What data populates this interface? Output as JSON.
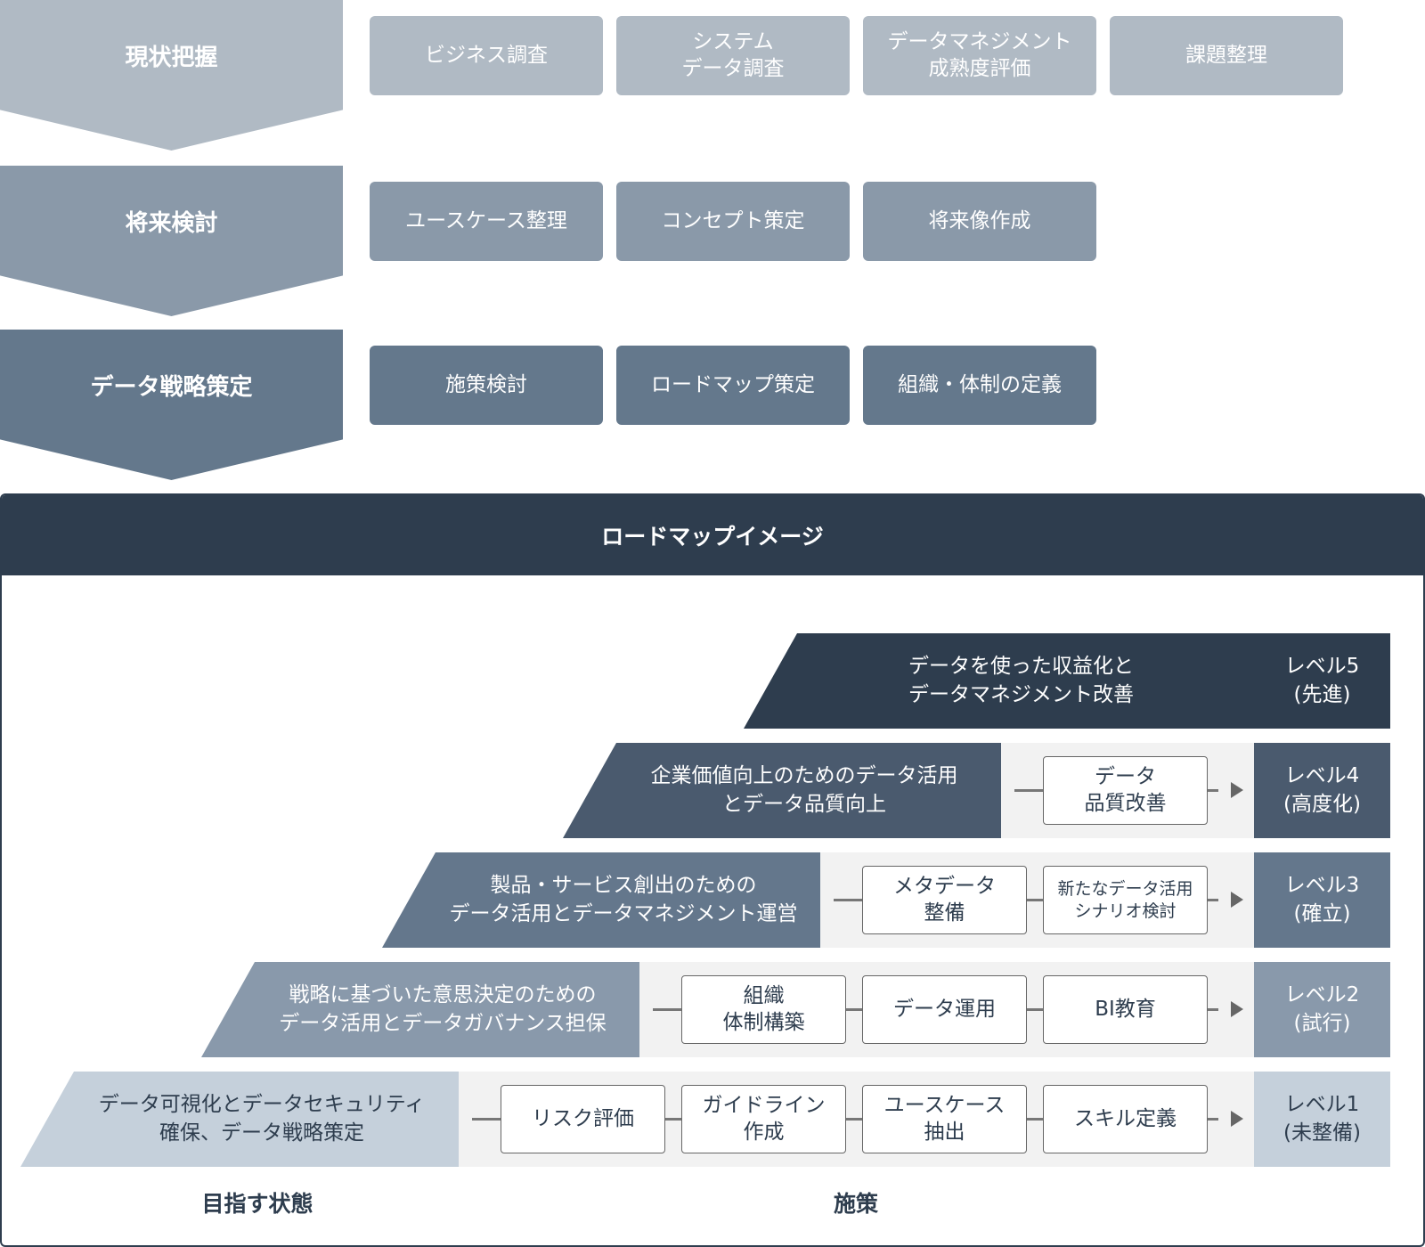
{
  "phases": [
    {
      "label": "現状把握",
      "color": "#b0bac4",
      "steps": [
        "ビジネス調査",
        "システム\nデータ調査",
        "データマネジメント\n成熟度評価",
        "課題整理"
      ]
    },
    {
      "label": "将来検討",
      "color": "#8a99a9",
      "steps": [
        "ユースケース整理",
        "コンセプト策定",
        "将来像作成"
      ]
    },
    {
      "label": "データ戦略策定",
      "color": "#64788c",
      "steps": [
        "施策検討",
        "ロードマップ策定",
        "組織・体制の定義"
      ]
    }
  ],
  "roadmap": {
    "title": "ロードマップイメージ",
    "levels": [
      {
        "goal": "データを使った収益化と\nデータマネジメント改善",
        "level": "レベル5\n(先進)",
        "color": "#2e3d4e",
        "actions": []
      },
      {
        "goal": "企業価値向上のためのデータ活用\nとデータ品質向上",
        "level": "レベル4\n(高度化)",
        "color": "#4a5a6e",
        "actions": [
          "データ\n品質改善"
        ]
      },
      {
        "goal": "製品・サービス創出のための\nデータ活用とデータマネジメント運営",
        "level": "レベル3\n(確立)",
        "color": "#64778c",
        "actions": [
          "メタデータ\n整備",
          "新たなデータ活用\nシナリオ検討"
        ]
      },
      {
        "goal": "戦略に基づいた意思決定のための\nデータ活用とデータガバナンス担保",
        "level": "レベル2\n(試行)",
        "color": "#8999ab",
        "actions": [
          "組織\n体制構築",
          "データ運用",
          "BI教育"
        ]
      },
      {
        "goal": "データ可視化とデータセキュリティ\n確保、データ戦略策定",
        "level": "レベル1\n(未整備)",
        "color": "#c5d0db",
        "actions": [
          "リスク評価",
          "ガイドライン\n作成",
          "ユースケース\n抽出",
          "スキル定義"
        ]
      }
    ],
    "footer": {
      "goals_label": "目指す状態",
      "actions_label": "施策"
    }
  }
}
